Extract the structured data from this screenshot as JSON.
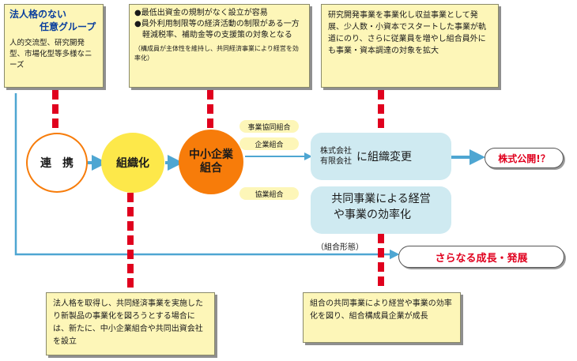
{
  "boxes": {
    "left_title_1": "法人格のない",
    "left_title_2": "任意グループ",
    "left_body": "人的交流型、研究開発型、市場化型等多様なニーズ",
    "mid_line1": "●最低出資金の規制がなく設立が容易",
    "mid_line2": "●員外利用制限等の経済活動の制限がある一方軽減税率、補助金等の支援策の対象となる",
    "mid_note": "（構成員が主体性を維持し、共同経済事業により経営を効率化）",
    "right_top": "研究開発事業を事業化し収益事業として発展、少人数・小資本でスタートした事業が軌道にのり、さらに従業員を増やし組合員外にも事業・資本調達の対象を拡大",
    "bottom_left": "法人格を取得し、共同経済事業を実施したり新製品の事業化を図ろうとする場合には、新たに、中小企業組合や共同出資会社を設立",
    "bottom_right": "組合の共同事業により経営や事業の効率化を図り、組合構成員企業が成長"
  },
  "nodes": {
    "renkei": "連　携",
    "soshikika": "組織化",
    "chusho_1": "中小企業",
    "chusho_2": "組合",
    "kabu_1": "株式会社",
    "kabu_2": "有限会社",
    "henko": "に組織変更",
    "kyodo_1": "共同事業による経営",
    "kyodo_2": "や事業の効率化",
    "keitai": "（組合形態）",
    "kokai": "株式公開!？",
    "seicho": "さらなる成長・発展"
  },
  "pills": {
    "jigyo": "事業協同組合",
    "kigyo": "企業組合",
    "kyogyo": "協業組合"
  },
  "colors": {
    "yellow_box": "#fdf6b8",
    "yellow_circle": "#fde84a",
    "orange": "#f77c0a",
    "teal_box": "#cfeaf1",
    "arrow": "#4ea6d2",
    "dash": "#e0001e",
    "red_text": "#e0001e"
  }
}
